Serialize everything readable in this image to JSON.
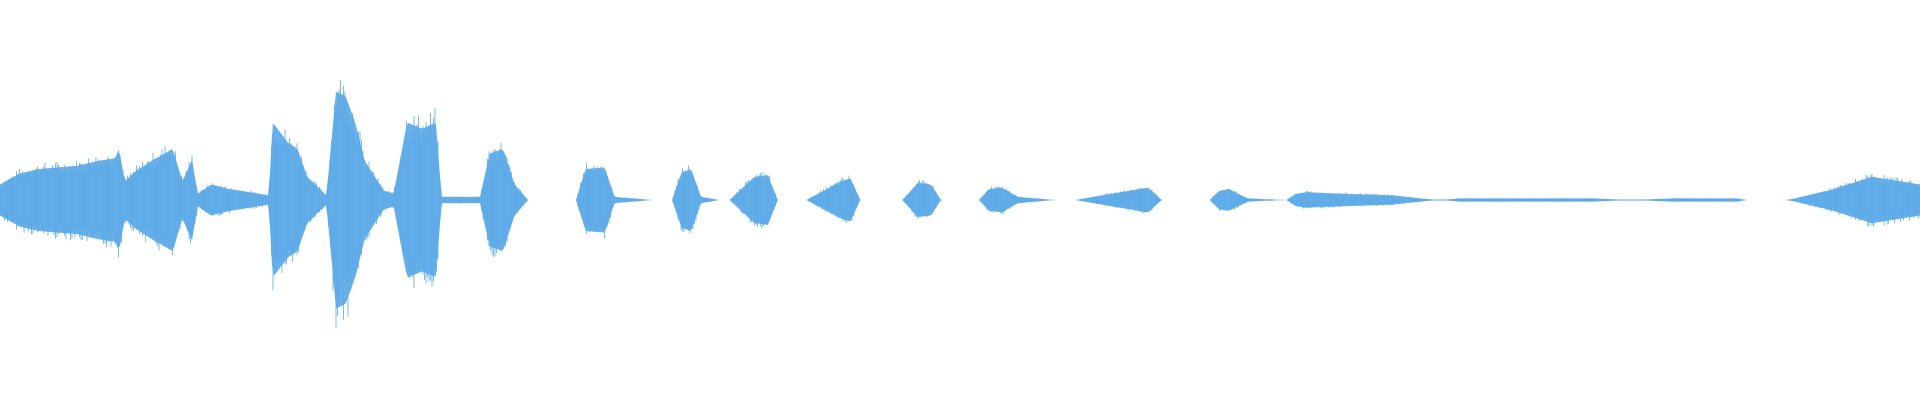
{
  "waveform": {
    "color": "#5aa9e6",
    "background": "#ffffff",
    "amplitude_envelope": [
      [
        0.0,
        0.1
      ],
      [
        0.01,
        0.17
      ],
      [
        0.02,
        0.2
      ],
      [
        0.03,
        0.21
      ],
      [
        0.04,
        0.22
      ],
      [
        0.05,
        0.25
      ],
      [
        0.06,
        0.27
      ],
      [
        0.062,
        0.33
      ],
      [
        0.065,
        0.12
      ],
      [
        0.07,
        0.18
      ],
      [
        0.08,
        0.26
      ],
      [
        0.09,
        0.33
      ],
      [
        0.095,
        0.12
      ],
      [
        0.1,
        0.26
      ],
      [
        0.103,
        0.04
      ],
      [
        0.11,
        0.1
      ],
      [
        0.12,
        0.07
      ],
      [
        0.13,
        0.05
      ],
      [
        0.14,
        0.03
      ],
      [
        0.142,
        0.5
      ],
      [
        0.15,
        0.37
      ],
      [
        0.155,
        0.33
      ],
      [
        0.16,
        0.15
      ],
      [
        0.17,
        0.03
      ],
      [
        0.175,
        0.7
      ],
      [
        0.18,
        0.67
      ],
      [
        0.185,
        0.5
      ],
      [
        0.19,
        0.25
      ],
      [
        0.2,
        0.06
      ],
      [
        0.205,
        0.04
      ],
      [
        0.212,
        0.5
      ],
      [
        0.22,
        0.46
      ],
      [
        0.227,
        0.5
      ],
      [
        0.23,
        0.02
      ],
      [
        0.24,
        0.02
      ],
      [
        0.25,
        0.02
      ],
      [
        0.255,
        0.3
      ],
      [
        0.262,
        0.33
      ],
      [
        0.268,
        0.1
      ],
      [
        0.275,
        0.0
      ],
      [
        0.29,
        0.0
      ],
      [
        0.3,
        0.0
      ],
      [
        0.305,
        0.2
      ],
      [
        0.315,
        0.21
      ],
      [
        0.32,
        0.02
      ],
      [
        0.34,
        0.0
      ],
      [
        0.35,
        0.0
      ],
      [
        0.355,
        0.18
      ],
      [
        0.36,
        0.2
      ],
      [
        0.365,
        0.02
      ],
      [
        0.375,
        0.0
      ],
      [
        0.38,
        0.0
      ],
      [
        0.393,
        0.15
      ],
      [
        0.4,
        0.16
      ],
      [
        0.405,
        0.0
      ],
      [
        0.42,
        0.0
      ],
      [
        0.438,
        0.12
      ],
      [
        0.443,
        0.14
      ],
      [
        0.448,
        0.0
      ],
      [
        0.47,
        0.0
      ],
      [
        0.478,
        0.11
      ],
      [
        0.485,
        0.1
      ],
      [
        0.49,
        0.0
      ],
      [
        0.51,
        0.0
      ],
      [
        0.515,
        0.07
      ],
      [
        0.522,
        0.08
      ],
      [
        0.53,
        0.02
      ],
      [
        0.55,
        0.0
      ],
      [
        0.56,
        0.0
      ],
      [
        0.593,
        0.07
      ],
      [
        0.598,
        0.08
      ],
      [
        0.605,
        0.0
      ],
      [
        0.63,
        0.0
      ],
      [
        0.635,
        0.06
      ],
      [
        0.64,
        0.07
      ],
      [
        0.65,
        0.01
      ],
      [
        0.67,
        0.0
      ],
      [
        0.675,
        0.04
      ],
      [
        0.68,
        0.05
      ],
      [
        0.7,
        0.04
      ],
      [
        0.725,
        0.03
      ],
      [
        0.74,
        0.01
      ],
      [
        0.75,
        0.0
      ],
      [
        0.76,
        0.01
      ],
      [
        0.83,
        0.01
      ],
      [
        0.85,
        0.0
      ],
      [
        0.87,
        0.01
      ],
      [
        0.905,
        0.01
      ],
      [
        0.91,
        0.0
      ],
      [
        0.93,
        0.0
      ],
      [
        0.935,
        0.01
      ],
      [
        0.955,
        0.07
      ],
      [
        0.965,
        0.11
      ],
      [
        0.975,
        0.15
      ],
      [
        0.985,
        0.13
      ],
      [
        0.995,
        0.11
      ],
      [
        1.0,
        0.1
      ]
    ]
  }
}
